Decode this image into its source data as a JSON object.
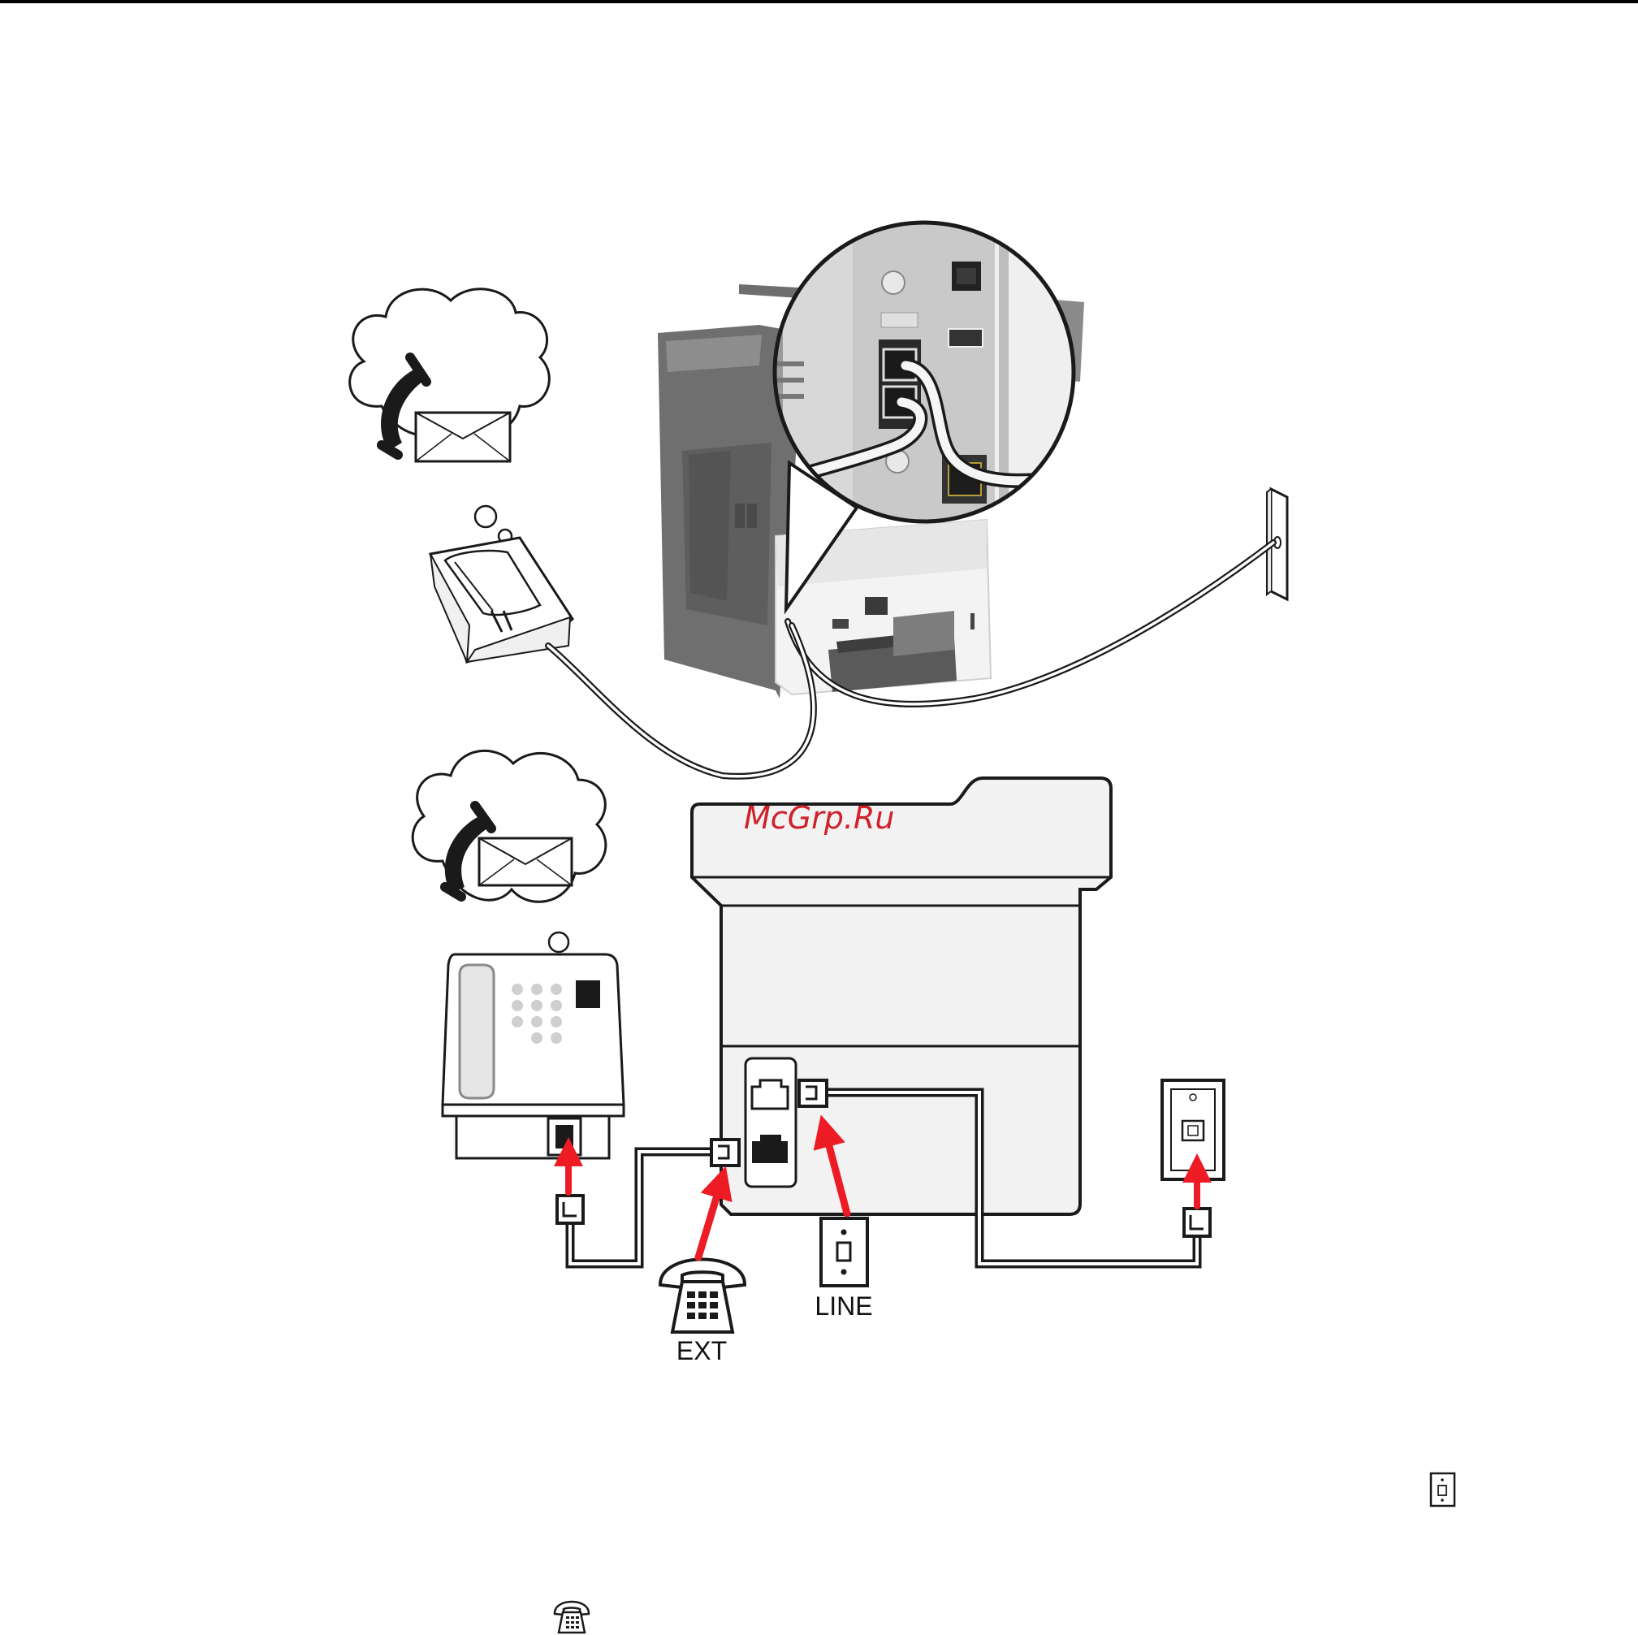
{
  "labels": {
    "ext": "EXT",
    "line": "LINE",
    "watermark": "McGrp.Ru"
  },
  "icons": [
    "fax-thought-bubble-icon",
    "answering-machine-icon",
    "printer-rear-photo",
    "wall-jack-icon",
    "telephone-icon",
    "fax-machine-icon"
  ],
  "colors": {
    "arrow": "#ed1c24",
    "watermark": "#d0202a",
    "line": "#1a1a1a",
    "printer_fill": "#f2f2f2"
  }
}
